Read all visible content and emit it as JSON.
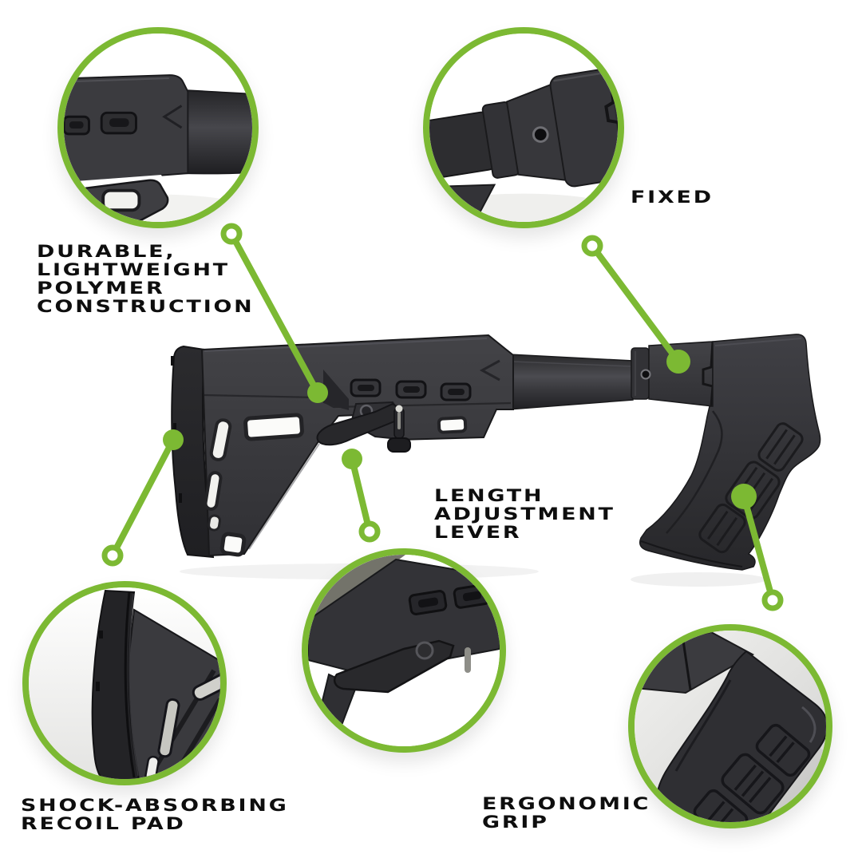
{
  "palette": {
    "accent_green": "#7cb933",
    "product_dark": "#36363a",
    "label_black": "#0e0e0e",
    "background": "#ffffff"
  },
  "callouts": {
    "polymer": {
      "label": "DURABLE,\nLIGHTWEIGHT\nPOLYMER\nCONSTRUCTION"
    },
    "fixed": {
      "label": "FIXED"
    },
    "lever": {
      "label": "LENGTH\nADJUSTMENT\nLEVER"
    },
    "recoil_pad": {
      "label": "SHOCK-ABSORBING\nRECOIL PAD"
    },
    "grip": {
      "label": "ERGONOMIC\nGRIP"
    }
  }
}
